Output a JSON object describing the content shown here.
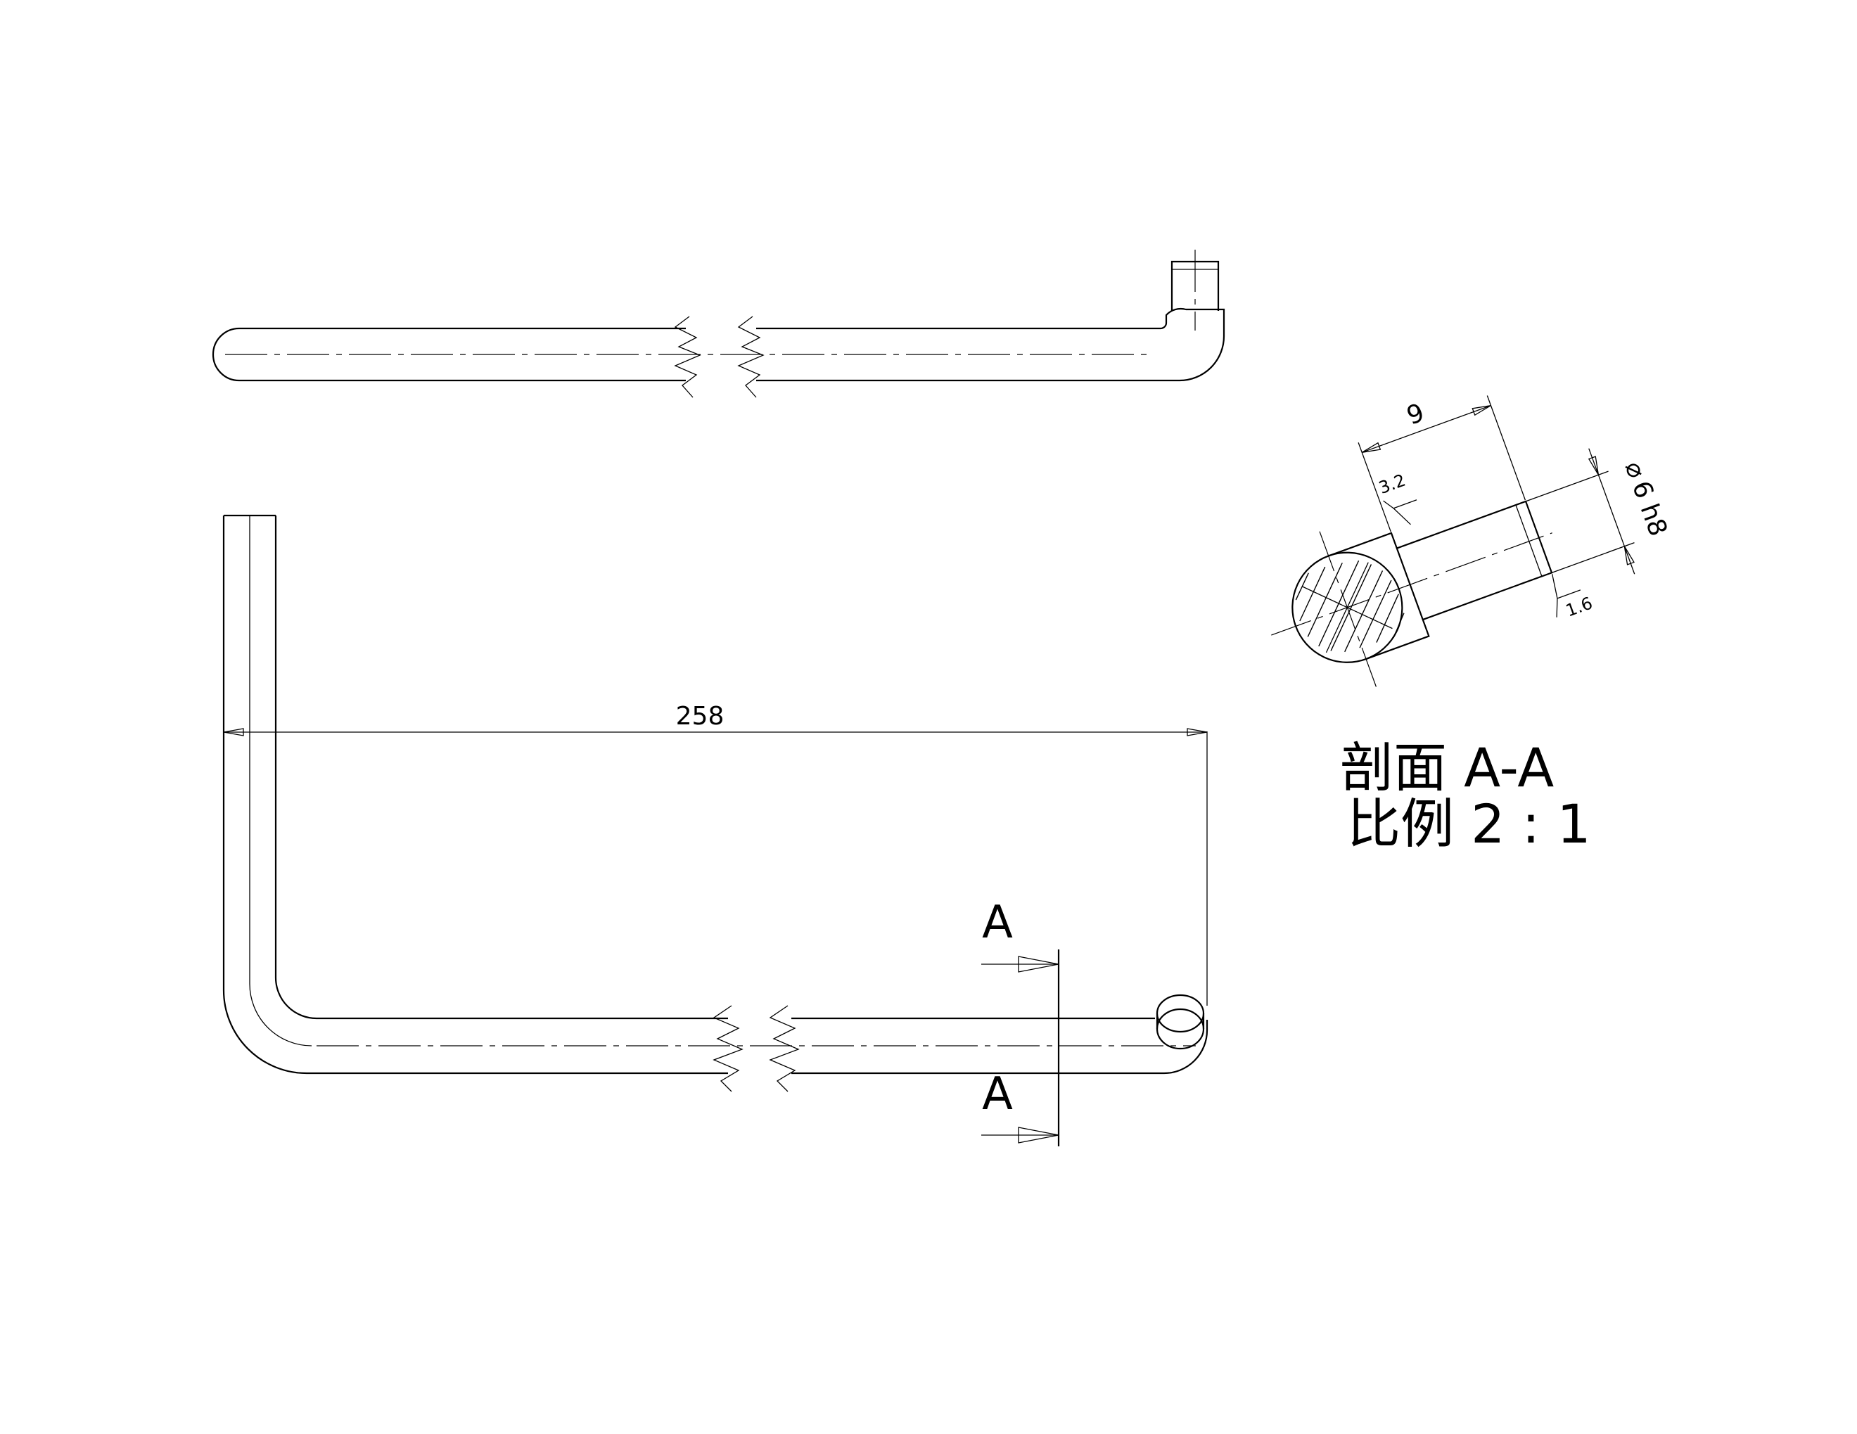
{
  "dimensions": {
    "overall_length": "258",
    "section_length": "9",
    "pin_diameter": "6 h8",
    "diameter_symbol": "⌀"
  },
  "surface_finish": {
    "top": "3.2",
    "pin": "1.6"
  },
  "section_marker": {
    "top_letter": "A",
    "bottom_letter": "A"
  },
  "section_caption": {
    "line1": "剖面 A-A",
    "line2": "比例 2 : 1"
  }
}
